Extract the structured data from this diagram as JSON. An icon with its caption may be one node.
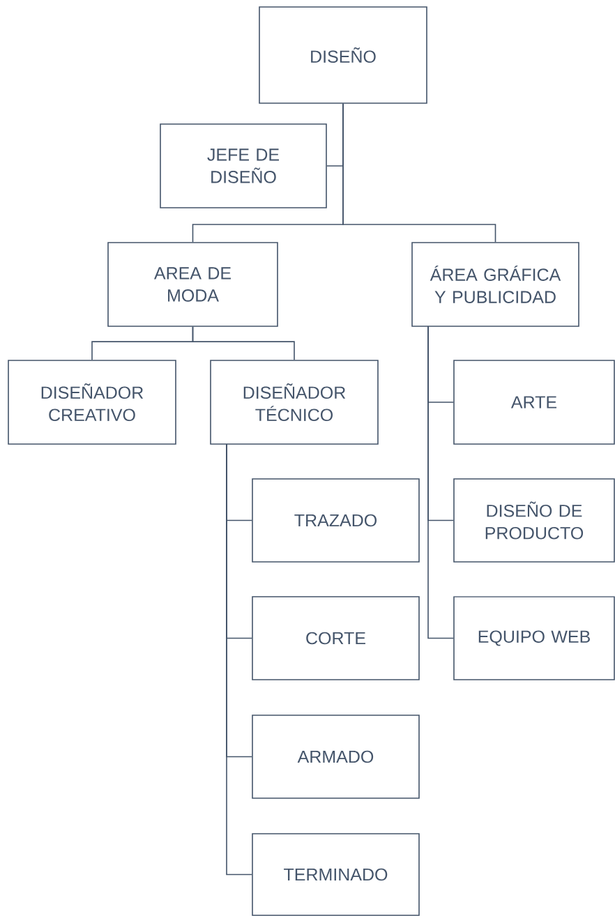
{
  "diagram": {
    "nodes": [
      {
        "text": [
          "DISEÑO"
        ]
      },
      {
        "text": [
          "JEFE DE DISEÑO"
        ]
      },
      {
        "text": [
          "AREA DE MODA"
        ]
      },
      {
        "text": [
          "ÁREA GRÁFICA Y PUBLICIDAD"
        ]
      },
      {
        "text": [
          "DISEÑADOR CREATIVO"
        ]
      },
      {
        "text": [
          "DISEÑADOR TÉCNICO"
        ]
      },
      {
        "text": [
          "TRAZADO"
        ]
      },
      {
        "text": [
          "CORTE"
        ]
      },
      {
        "text": [
          "ARMADO"
        ]
      },
      {
        "text": [
          "TERMINADO"
        ]
      },
      {
        "text": [
          "ARTE"
        ]
      },
      {
        "text": [
          "DISEÑO DE PRODUCTO"
        ]
      },
      {
        "text": [
          "EQUIPO WEB"
        ]
      }
    ],
    "edges": [
      {
        "from": 0,
        "to": 1,
        "arrow": "none"
      },
      {
        "from": 0,
        "to": 2,
        "arrow": "none"
      },
      {
        "from": 0,
        "to": 3,
        "arrow": "none"
      },
      {
        "from": 2,
        "to": 4,
        "arrow": "none"
      },
      {
        "from": 2,
        "to": 5,
        "arrow": "none"
      },
      {
        "from": 5,
        "to": 6,
        "arrow": "none"
      },
      {
        "from": 5,
        "to": 7,
        "arrow": "none"
      },
      {
        "from": 5,
        "to": 8,
        "arrow": "none"
      },
      {
        "from": 5,
        "to": 9,
        "arrow": "none"
      },
      {
        "from": 3,
        "to": 10,
        "arrow": "none"
      },
      {
        "from": 3,
        "to": 11,
        "arrow": "none"
      },
      {
        "from": 3,
        "to": 12,
        "arrow": "none"
      }
    ]
  }
}
